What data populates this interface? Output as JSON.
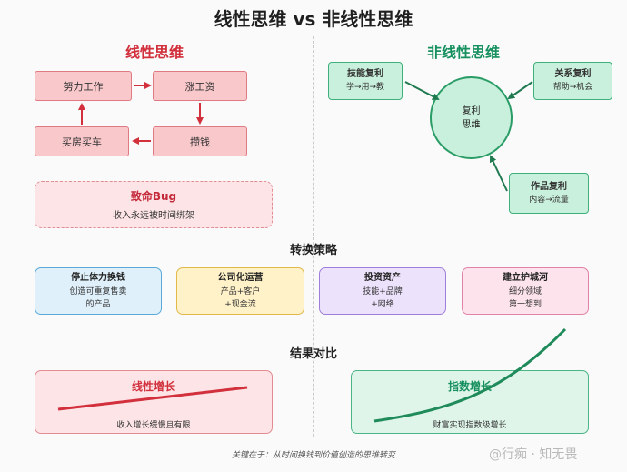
{
  "title": "线性思维 vs 非线性思维",
  "linear": {
    "heading": "线性思维",
    "boxes": [
      "努力工作",
      "涨工资",
      "攒钱",
      "买房买车"
    ],
    "bug_title": "致命Bug",
    "bug_text": "收入永远被时间绑架"
  },
  "nonlinear": {
    "heading": "非线性思维",
    "center": [
      "复利",
      "思维"
    ],
    "nodes": [
      {
        "title": "技能复利",
        "sub": "学→用→教"
      },
      {
        "title": "关系复利",
        "sub": "帮助→机会"
      },
      {
        "title": "作品复利",
        "sub": "内容→流量"
      }
    ]
  },
  "strategy": {
    "heading": "转换策略",
    "items": [
      {
        "title": "停止体力换钱",
        "lines": [
          "创造可重复售卖",
          "的产品"
        ]
      },
      {
        "title": "公司化运营",
        "lines": [
          "产品+客户",
          "+现金流"
        ]
      },
      {
        "title": "投资资产",
        "lines": [
          "技能+品牌",
          "+网络"
        ]
      },
      {
        "title": "建立护城河",
        "lines": [
          "细分领域",
          "第一想到"
        ]
      }
    ]
  },
  "result": {
    "heading": "结果对比",
    "left_title": "线性增长",
    "left_text": "收入增长缓慢且有限",
    "right_title": "指数增长",
    "right_text": "财富实现指数级增长"
  },
  "footer": "关键在于：从时间换钱到价值创造的思维转变",
  "watermark": "@行痴 · 知无畏",
  "colors": {
    "red": "#d1303c",
    "green": "#17905f"
  }
}
